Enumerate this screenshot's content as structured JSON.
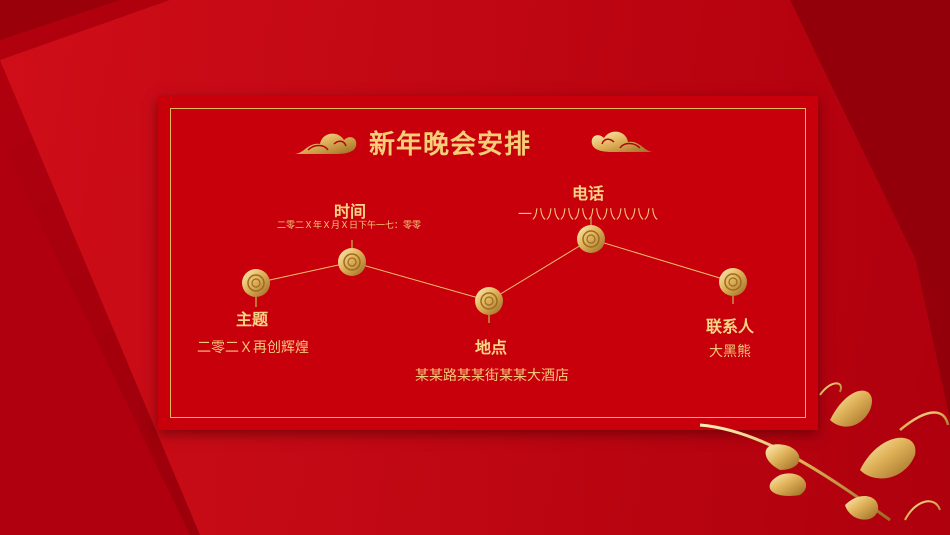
{
  "title": "新年晚会安排",
  "points": {
    "theme": {
      "label": "主题",
      "value": "二零二Ｘ再创辉煌"
    },
    "time": {
      "label": "时间",
      "value": "二零二Ｘ年Ｘ月Ｘ日下午一七：零零"
    },
    "location": {
      "label": "地点",
      "value": "某某路某某街某某大酒店"
    },
    "phone": {
      "label": "电话",
      "value": "一八八八八八八八八八"
    },
    "contact": {
      "label": "联系人",
      "value": "大黑熊"
    }
  },
  "colors": {
    "background": "#a8000c",
    "card": "#c8000c",
    "gold": "#f5cf78"
  },
  "icons": [
    "cloud-ornament-icon",
    "rose-icon",
    "gold-leaf-ornament-icon"
  ]
}
